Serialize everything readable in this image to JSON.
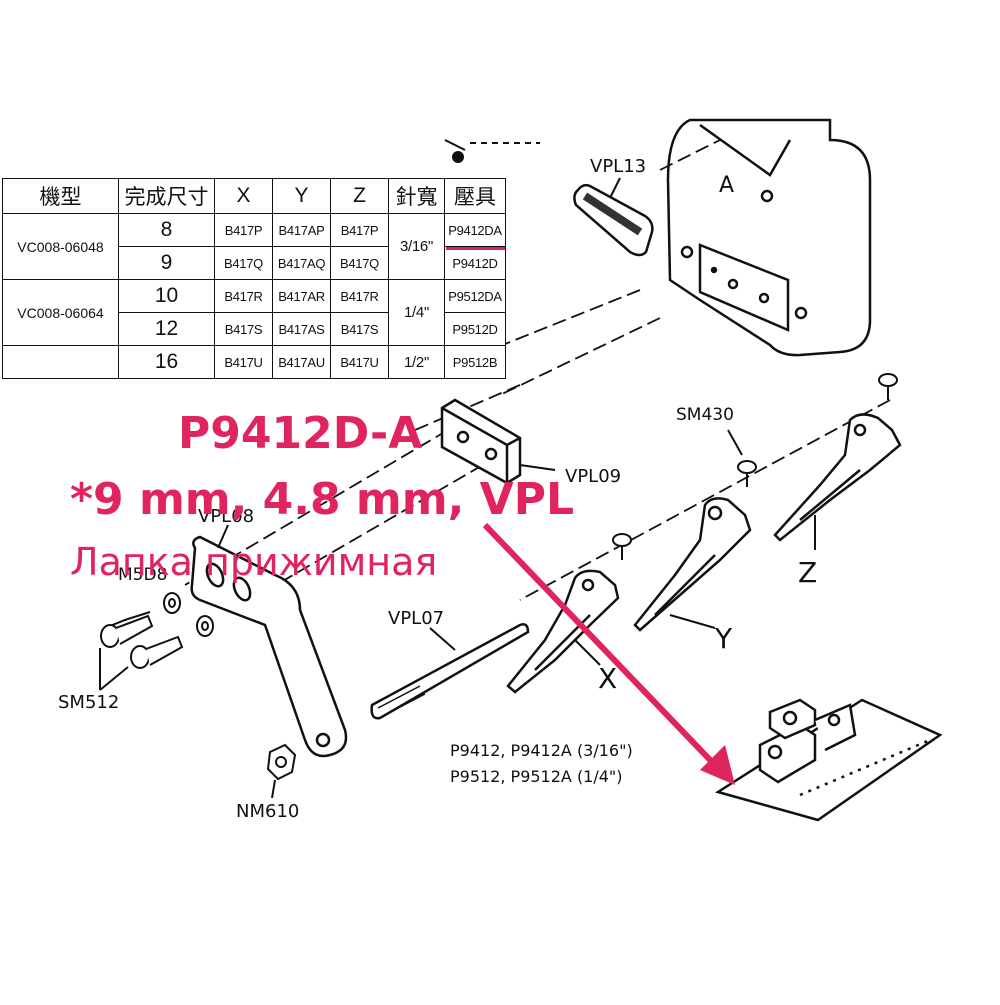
{
  "table": {
    "headers": [
      "機型",
      "完成尺寸",
      "X",
      "Y",
      "Z",
      "針寬",
      "壓具"
    ],
    "groups": [
      {
        "model": "VC008-06048",
        "rows": [
          {
            "size": "8",
            "x": "B417P",
            "y": "B417AP",
            "z": "B417P",
            "foot": "P9412DA"
          },
          {
            "size": "9",
            "x": "B417Q",
            "y": "B417AQ",
            "z": "B417Q",
            "foot": "P9412D"
          }
        ],
        "width": "3/16\""
      },
      {
        "model": "VC008-06064",
        "rows": [
          {
            "size": "10",
            "x": "B417R",
            "y": "B417AR",
            "z": "B417R",
            "foot": "P9512DA"
          },
          {
            "size": "12",
            "x": "B417S",
            "y": "B417AS",
            "z": "B417S",
            "foot": "P9512D"
          }
        ],
        "width": "1/4\""
      },
      {
        "model": "",
        "rows": [
          {
            "size": "16",
            "x": "B417U",
            "y": "B417AU",
            "z": "B417U",
            "foot": "P9512B"
          }
        ],
        "width": "1/2\""
      }
    ]
  },
  "labels": {
    "vpl13": "VPL13",
    "a": "A",
    "vpl09": "VPL09",
    "sm430": "SM430",
    "z": "Z",
    "y": "Y",
    "x": "X",
    "vpl08": "VPL08",
    "m5d": "M5D8",
    "vpl07": "VPL07",
    "sm512": "SM512",
    "nm610": "NM610",
    "foot_line1": "P9412, P9412A (3/16\")",
    "foot_line2": "P9512, P9512A  (1/4\")"
  },
  "overlay": {
    "title": "P9412D-A",
    "specs": "*9 mm, 4.8 mm, VPL",
    "name_ru": "Лапка прижимная"
  },
  "colors": {
    "accent": "#e0245e",
    "ink": "#111111"
  }
}
